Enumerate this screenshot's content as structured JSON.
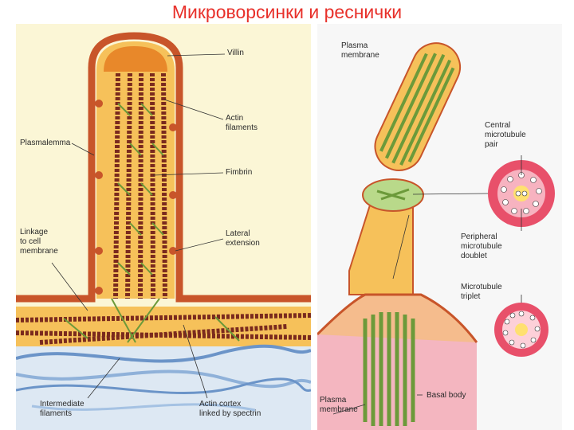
{
  "title": "Микроворсинки и реснички",
  "left_labels": {
    "villin": "Villin",
    "actin_filaments": "Actin\nfilaments",
    "plasmalemma": "Plasmalemma",
    "fimbrin": "Fimbrin",
    "linkage": "Linkage\nto cell\nmembrane",
    "lateral_extension": "Lateral\nextension",
    "intermediate_filaments": "Intermediate\nfilaments",
    "actin_cortex": "Actin cortex\nlinked by spectrin"
  },
  "right_labels": {
    "plasma_membrane_top": "Plasma\nmembrane",
    "central_pair": "Central\nmicrotubule\npair",
    "peripheral_doublet": "Peripheral\nmicrotubule\ndoublet",
    "triplet": "Microtubule\ntriplet",
    "basal_body": "Basal body",
    "plasma_membrane_bottom": "Plasma\nmembrane"
  },
  "colors": {
    "title": "#e8302a",
    "actin": "#7a2a1e",
    "membrane": "#c8552a",
    "cytoplasm": "#f6c15a",
    "cilium_green": "#6c9a3a",
    "cross_section": "#e8506a"
  }
}
